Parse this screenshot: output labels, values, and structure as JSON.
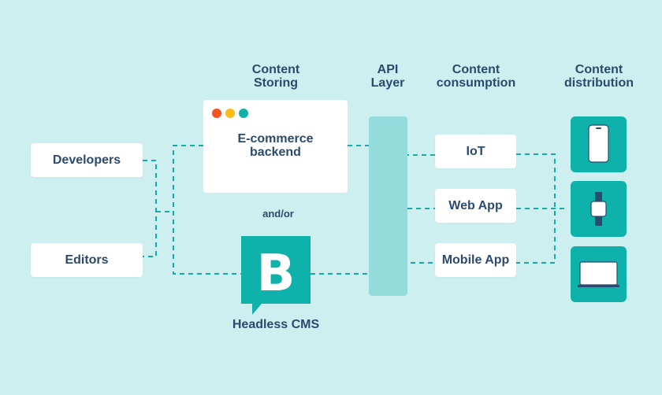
{
  "headers": {
    "content_storing": [
      "Content",
      "Storing"
    ],
    "api_layer": [
      "API",
      "Layer"
    ],
    "content_consumption": [
      "Content",
      "consumption"
    ],
    "content_distribution": [
      "Content",
      "distribution"
    ]
  },
  "actors": {
    "developers": "Developers",
    "editors": "Editors"
  },
  "storing": {
    "backend_line1": "E-commerce",
    "backend_line2": "backend",
    "and_or": "and/or",
    "cms_label": "Headless CMS",
    "cms_logo_letter": "B"
  },
  "consumption": {
    "iot": "IoT",
    "web_app": "Web App",
    "mobile_app": "Mobile App"
  },
  "distribution": {
    "devices": [
      "phone-icon",
      "smartwatch-icon",
      "laptop-icon"
    ]
  },
  "colors": {
    "background": "#cdeff0",
    "text": "#2b4a6e",
    "teal": "#0fb2ab",
    "api_bar": "#93dcdb",
    "dot_red": "#f4511e",
    "dot_yellow": "#fbbc17",
    "dot_teal": "#0fb2ab"
  }
}
